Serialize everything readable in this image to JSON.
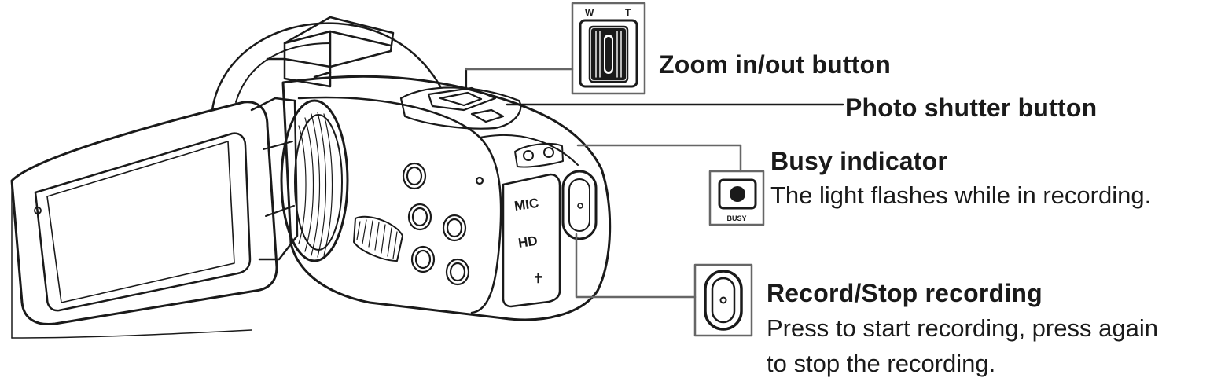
{
  "diagram": {
    "zoom": {
      "title": "Zoom in/out button",
      "wide_mark": "W",
      "tele_mark": "T"
    },
    "shutter": {
      "title": "Photo shutter button"
    },
    "busy": {
      "title": "Busy indicator",
      "desc": "The light flashes while in recording.",
      "icon_text": "BUSY"
    },
    "record": {
      "title": "Record/Stop recording",
      "desc_line1": "Press to start recording, press again",
      "desc_line2": "to stop the recording."
    },
    "camera": {
      "mic_text": "MIC",
      "hd_text": "HD"
    }
  },
  "colors": {
    "line": "#1a1a1a",
    "leader": "#666666",
    "background": "#ffffff"
  }
}
